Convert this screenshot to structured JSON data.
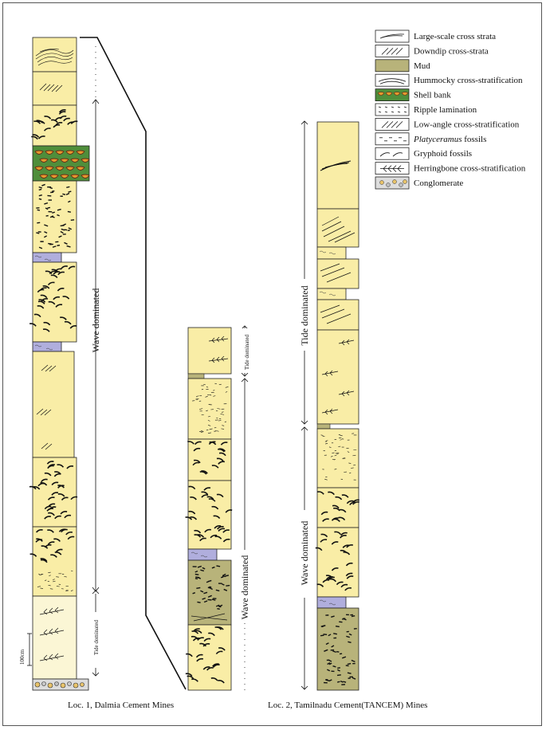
{
  "legend": [
    {
      "key": "large-scale-cross-strata",
      "label": "Large-scale cross strata"
    },
    {
      "key": "downdip-cross-strata",
      "label": "Downdip cross-strata"
    },
    {
      "key": "mud",
      "label": "Mud"
    },
    {
      "key": "hummocky",
      "label": "Hummocky cross-stratification"
    },
    {
      "key": "shell-bank",
      "label": "Shell bank"
    },
    {
      "key": "ripple",
      "label": "Ripple lamination"
    },
    {
      "key": "low-angle",
      "label": "Low-angle cross-stratification"
    },
    {
      "key": "platyceramus",
      "label": "fossils",
      "italic_prefix": "Platyceramus"
    },
    {
      "key": "gryphoid",
      "label": "Gryphoid fossils"
    },
    {
      "key": "herringbone",
      "label": "Herringbone cross-stratification"
    },
    {
      "key": "conglomerate",
      "label": "Conglomerate"
    }
  ],
  "loc1": {
    "caption": "Loc. 1, Dalmia Cement Mines",
    "wave_label": "Wave dominated",
    "tide_label": "Tide dominated",
    "scale_label": "100cm"
  },
  "loc_mid": {
    "wave_label": "Wave dominated",
    "tide_label": "Tide dominated"
  },
  "loc2": {
    "caption": "Loc. 2, Tamilnadu Cement(TANCEM) Mines",
    "wave_label": "Wave dominated",
    "tide_label": "Tide dominated"
  },
  "colors": {
    "sand": "#f9eda6",
    "mud": "#b8b37a",
    "olive": "#cbbf70",
    "shell": "#4f8e3b",
    "lilac": "#b0aedd",
    "cream": "#fbf6d5"
  }
}
